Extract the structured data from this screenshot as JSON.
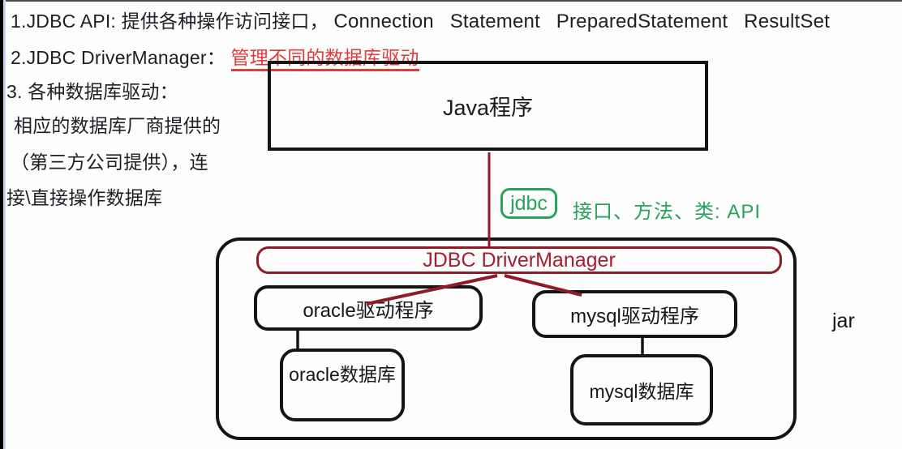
{
  "notes": {
    "l1_zh": "1.JDBC API: 提供各种操作访问接口，",
    "l1_api": "Connection Statement PreparedStatement ResultSet",
    "l2_prefix": "2.JDBC DriverManager：",
    "l2_highlight": "管理不同的数据库驱动",
    "l3": "3. 各种数据库驱动：",
    "l4": "相应的数据库厂商提供的",
    "l5": "（第三方公司提供），连",
    "l6": "接\\直接操作数据库"
  },
  "diagram": {
    "java_app": "Java程序",
    "jdbc_badge": "jdbc",
    "jdbc_caption": "接口、方法、类: API",
    "driver_manager": "JDBC DriverManager",
    "oracle_driver": "oracle驱动程序",
    "mysql_driver": "mysql驱动程序",
    "oracle_db": "oracle数据库",
    "mysql_db": "mysql数据库",
    "jar_label": "jar"
  },
  "colors": {
    "ink": "#1e1e24",
    "accent-red": "#e23b3b",
    "dark-red": "#8e1c26",
    "dm-text": "#a31f2e",
    "green": "#28a35c"
  }
}
